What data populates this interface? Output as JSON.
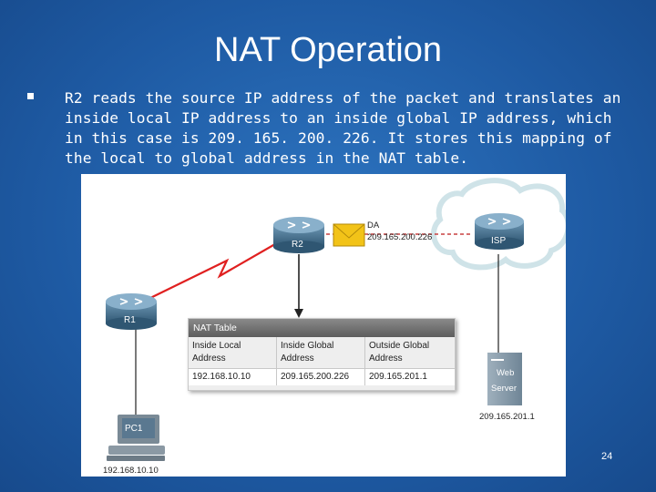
{
  "title": "NAT Operation",
  "bullet": "R2 reads the source IP address of the packet and translates an inside local IP address to an inside global IP address, which in this case is 209. 165. 200. 226. It stores this mapping of the local to global address in the NAT table.",
  "page_number": "24",
  "diagram": {
    "r1_label": "R1",
    "r2_label": "R2",
    "isp_label": "ISP",
    "pc_label": "PC1",
    "pc_ip": "192.168.10.10",
    "web_label_1": "Web",
    "web_label_2": "Server",
    "web_ip": "209.165.201.1",
    "packet_da_label": "DA",
    "packet_da_value": "209.165.200.226",
    "nat_table": {
      "title": "NAT Table",
      "headers": [
        [
          "Inside Local",
          "Address"
        ],
        [
          "Inside Global",
          "Address"
        ],
        [
          "Outside Global",
          "Address"
        ]
      ],
      "rows": [
        [
          "192.168.10.10",
          "209.165.200.226",
          "209.165.201.1"
        ]
      ]
    }
  },
  "colors": {
    "background": "#1f5fa8",
    "text": "#ffffff",
    "router": "#3e6a8a",
    "serial_link": "#e02020",
    "cloud": "#cfe3e8"
  }
}
